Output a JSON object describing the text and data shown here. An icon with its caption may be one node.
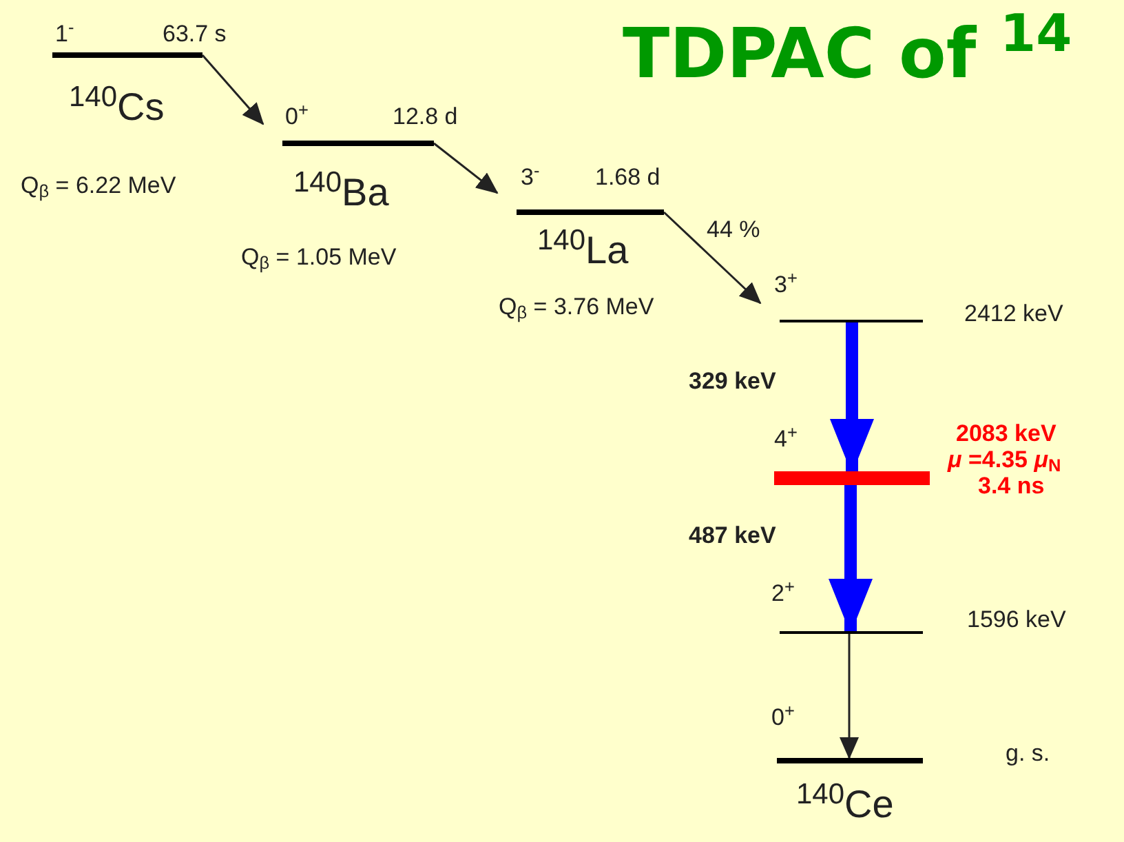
{
  "diagram": {
    "title": "TDPAC of $^{14}$",
    "nodes": [
      {
        "text": [
          "1$^{-}$",
          "63.7 s"
        ],
        "beside": [
          "$^{140}$Cs",
          "Q$_{β}$ = 6.22 MeV"
        ]
      },
      {
        "text": [
          "0$^{+}$",
          "12.8 d"
        ],
        "beside": [
          "$^{140}$Ba",
          "Q$_{β}$ = 1.05 MeV"
        ]
      },
      {
        "text": [
          "3$^{-}$",
          "1.68 d"
        ],
        "beside": [
          "$^{140}$La",
          "Q$_{β}$ = 3.76 MeV"
        ]
      },
      {
        "text": [
          "3$^{+}$"
        ],
        "beside": [
          "2412 keV"
        ]
      },
      {
        "text": [
          "4$^{+}$"
        ],
        "beside": [
          "2083 keV",
          "*μ* =4.35 *μ*$_{N}$",
          "3.4 ns"
        ]
      },
      {
        "text": [
          "2$^{+}$"
        ],
        "beside": [
          "1596 keV"
        ]
      },
      {
        "text": [
          "0$^{+}$"
        ],
        "beside": [
          "g. s.",
          "$^{140}$Ce"
        ]
      }
    ],
    "edges": [
      {
        "from": 0,
        "to": 1,
        "arrow": "to"
      },
      {
        "from": 1,
        "to": 2,
        "arrow": "to"
      },
      {
        "from": 2,
        "to": 3,
        "arrow": "to",
        "label": "44 %"
      },
      {
        "from": 3,
        "to": 4,
        "arrow": "to",
        "label": "329 keV",
        "style": "thick",
        "color": "#0000ff"
      },
      {
        "from": 4,
        "to": 5,
        "arrow": "to",
        "label": "487 keV",
        "style": "thick",
        "color": "#0000ff"
      },
      {
        "from": 5,
        "to": 6,
        "arrow": "to"
      }
    ]
  }
}
